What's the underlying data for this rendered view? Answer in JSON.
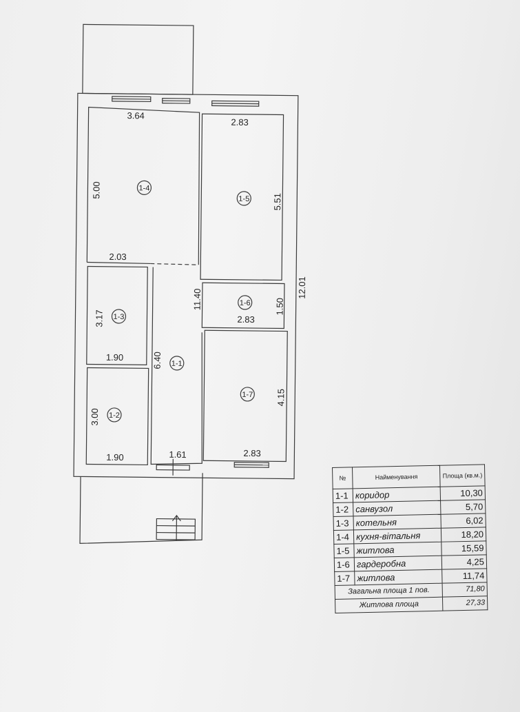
{
  "plan": {
    "rooms": [
      {
        "id": "1-1",
        "dims": [
          "6.40",
          "11.40",
          "1.61"
        ]
      },
      {
        "id": "1-2",
        "dims": [
          "3.00",
          "1.90"
        ]
      },
      {
        "id": "1-3",
        "dims": [
          "3.17",
          "1.90"
        ]
      },
      {
        "id": "1-4",
        "dims": [
          "3.64",
          "5.00",
          "2.03"
        ]
      },
      {
        "id": "1-5",
        "dims": [
          "2.83",
          "5.51"
        ]
      },
      {
        "id": "1-6",
        "dims": [
          "1.50",
          "2.83"
        ]
      },
      {
        "id": "1-7",
        "dims": [
          "4.15",
          "2.83"
        ]
      }
    ],
    "overall_length": "12.01"
  },
  "table": {
    "header": {
      "no": "№",
      "name": "Найменування",
      "area": "Площа (кв.м.)"
    },
    "rows": [
      {
        "no": "1-1",
        "name": "коридор",
        "area": "10,30"
      },
      {
        "no": "1-2",
        "name": "санвузол",
        "area": "5,70"
      },
      {
        "no": "1-3",
        "name": "котельня",
        "area": "6,02"
      },
      {
        "no": "1-4",
        "name": "кухня-вітальня",
        "area": "18,20"
      },
      {
        "no": "1-5",
        "name": "житлова",
        "area": "15,59"
      },
      {
        "no": "1-6",
        "name": "гардеробна",
        "area": "4,25"
      },
      {
        "no": "1-7",
        "name": "житлова",
        "area": "11,74"
      }
    ],
    "total_label": "Загальна площа 1 пов.",
    "total_value": "71,80",
    "living_label": "Житлова площа",
    "living_value": "27,33"
  }
}
